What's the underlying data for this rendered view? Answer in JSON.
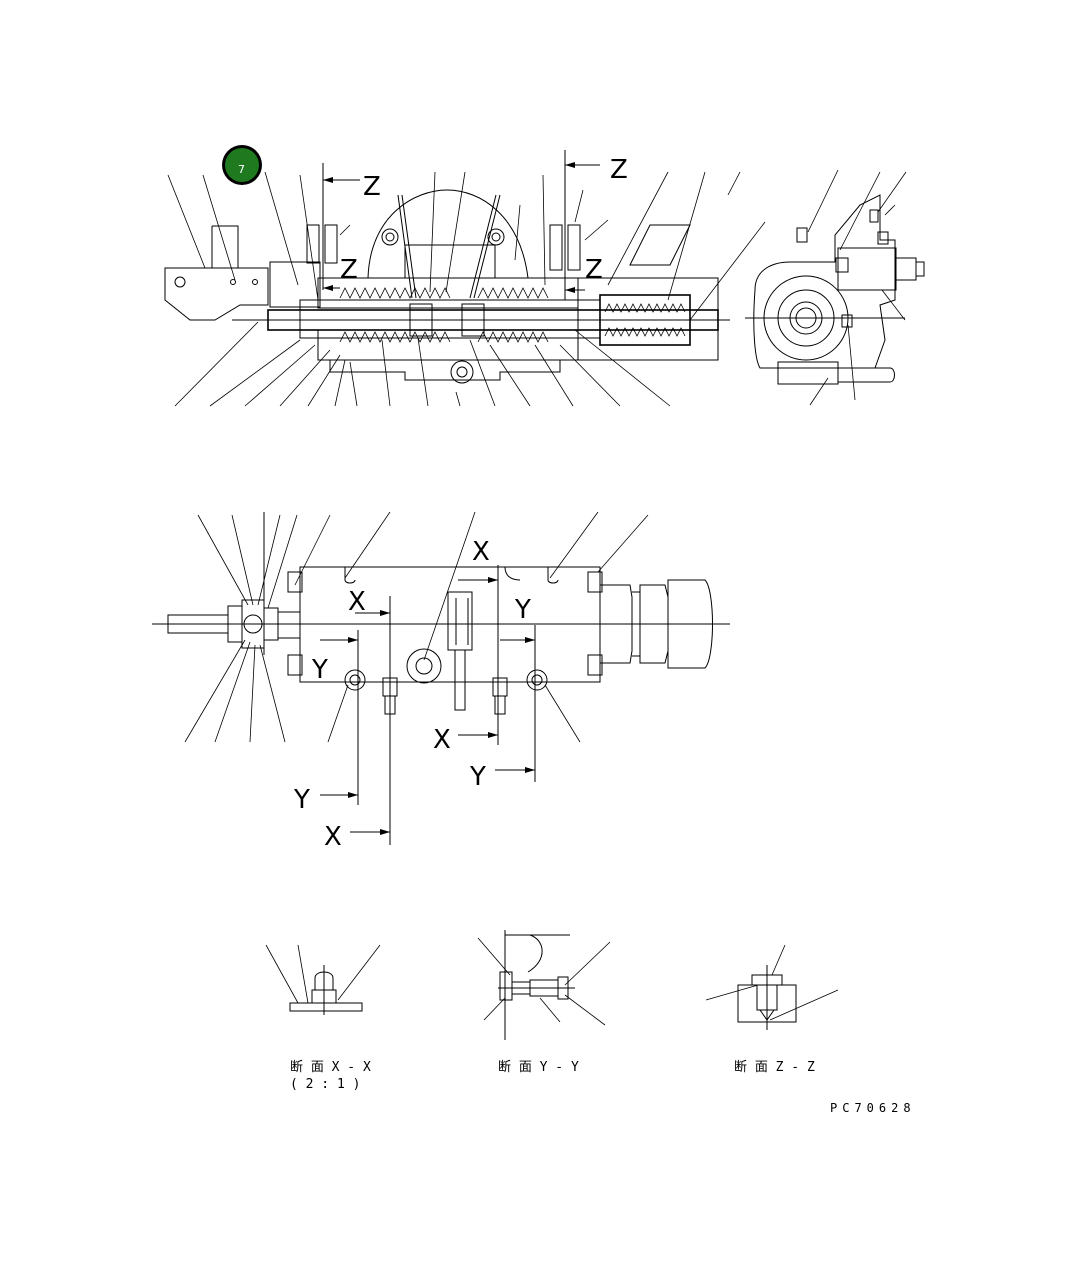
{
  "callout_badge": {
    "label": "7",
    "color": "#1f7a1f"
  },
  "section_markers": {
    "z": "Z",
    "x": "X",
    "y": "Y"
  },
  "captions": {
    "section_xx": "断 面 X - X",
    "section_xx_scale": "( 2 : 1 )",
    "section_yy": "断 面 Y - Y",
    "section_zz": "断 面 Z - Z"
  },
  "document_number": "PC70628"
}
